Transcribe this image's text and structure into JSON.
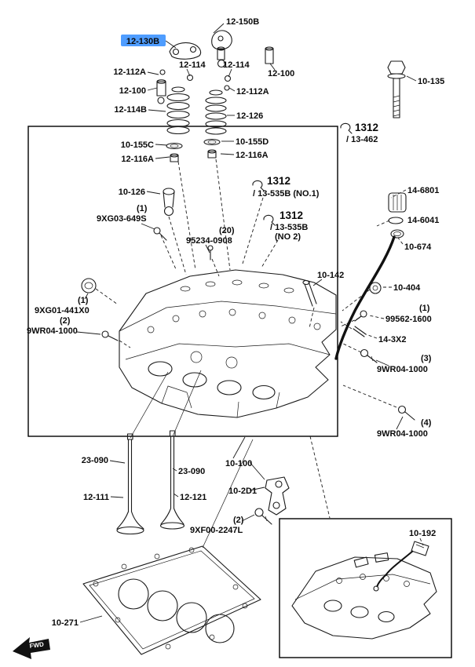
{
  "colors": {
    "highlight_bg": "#4f9dff",
    "highlight_text": "#082a66",
    "line": "#1a1a1a"
  },
  "labels": {
    "t_12_150B": "12-150B",
    "t_12_130B": "12-130B",
    "t_12_112A_L": "12-112A",
    "t_12_114_L": "12-114",
    "t_12_114_R": "12-114",
    "t_12_100_R": "12-100",
    "t_12_100_L": "12-100",
    "t_12_112A_R": "12-112A",
    "t_12_114B": "12-114B",
    "t_12_126": "12-126",
    "t_10_135": "10-135",
    "t_1312_a": "1312",
    "t_13_462": "/ 13-462",
    "t_10_155C": "10-155C",
    "t_10_155D": "10-155D",
    "t_12_116A_L": "12-116A",
    "t_12_116A_R": "12-116A",
    "t_10_126": "10-126",
    "t_1312_b": "1312",
    "t_13_535B_1": "/ 13-535B (NO.1)",
    "t_14_6801": "14-6801",
    "t_1312_c": "1312",
    "t_13_535B_2": "/ 13-535B",
    "t_no2": "(NO 2)",
    "t_14_6041": "14-6041",
    "t_10_674": "10-674",
    "t_qty1_a": "(1)",
    "t_9XG03_649S": "9XG03-649S",
    "t_qty20": "(20)",
    "t_95234_0908": "95234-0908",
    "t_10_142": "10-142",
    "t_10_404": "10-404",
    "t_qty1_b": "(1)",
    "t_9XG01_441X0": "9XG01-441X0",
    "t_qty1_c": "(1)",
    "t_99562_1600": "99562-1600",
    "t_qty2_a": "(2)",
    "t_9WR04_1000_2": "9WR04-1000",
    "t_14_3X2": "14-3X2",
    "t_qty3": "(3)",
    "t_9WR04_1000_3": "9WR04-1000",
    "t_qty4": "(4)",
    "t_9WR04_1000_4": "9WR04-1000",
    "t_23_090_L": "23-090",
    "t_23_090_R": "23-090",
    "t_10_100": "10-100",
    "t_12_111": "12-111",
    "t_12_121": "12-121",
    "t_10_2D1": "10-2D1",
    "t_qty2_b": "(2)",
    "t_9XF00_2247L": "9XF00-2247L",
    "t_10_192": "10-192",
    "t_10_271": "10-271",
    "t_fwd": "FWD"
  }
}
